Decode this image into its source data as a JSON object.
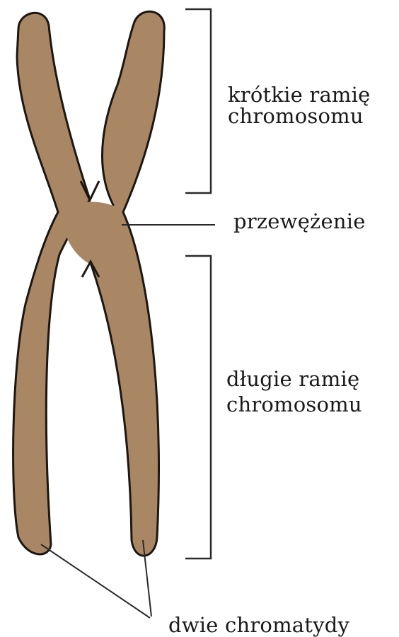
{
  "colors": {
    "chromosome_fill": "#a98764",
    "outline": "#1c1712",
    "line": "#2a2a2a",
    "text": "#1a1a1a",
    "background": "#ffffff"
  },
  "labels": {
    "short_arm_line1": "krótkie ramię",
    "short_arm_line2": "chromosomu",
    "constriction": "przewężenie",
    "long_arm_line1": "długie ramię",
    "long_arm_line2": "chromosomu",
    "chromatids": "dwie chromatydy"
  }
}
